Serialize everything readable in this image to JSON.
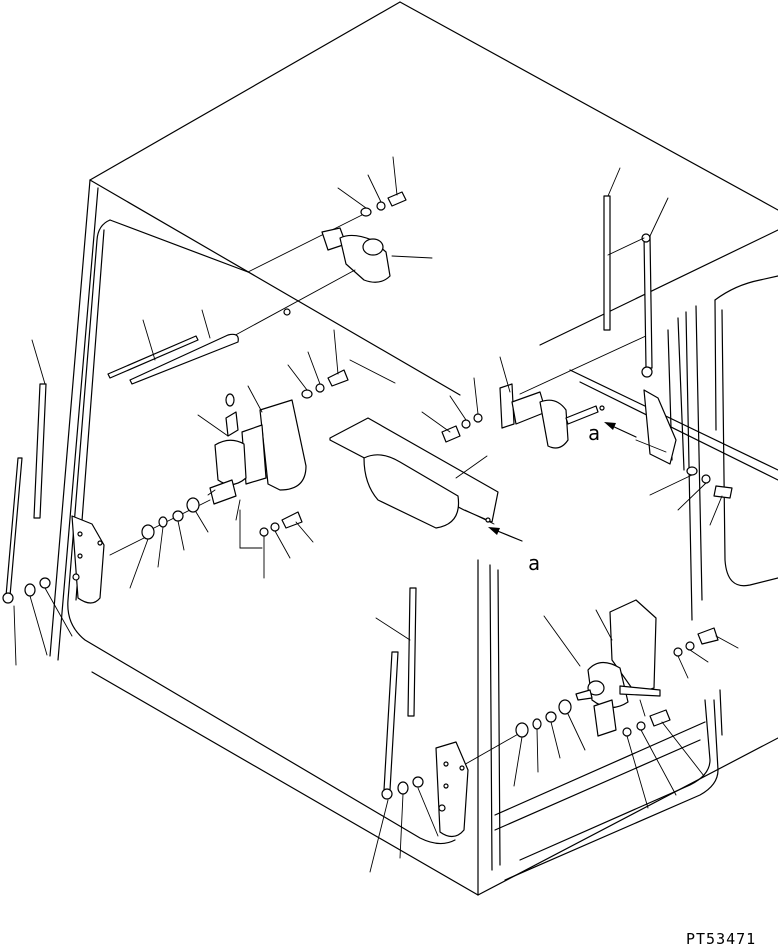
{
  "figure_code": "PT53471",
  "view_callouts": {
    "right_upper": "a",
    "center": "a"
  }
}
